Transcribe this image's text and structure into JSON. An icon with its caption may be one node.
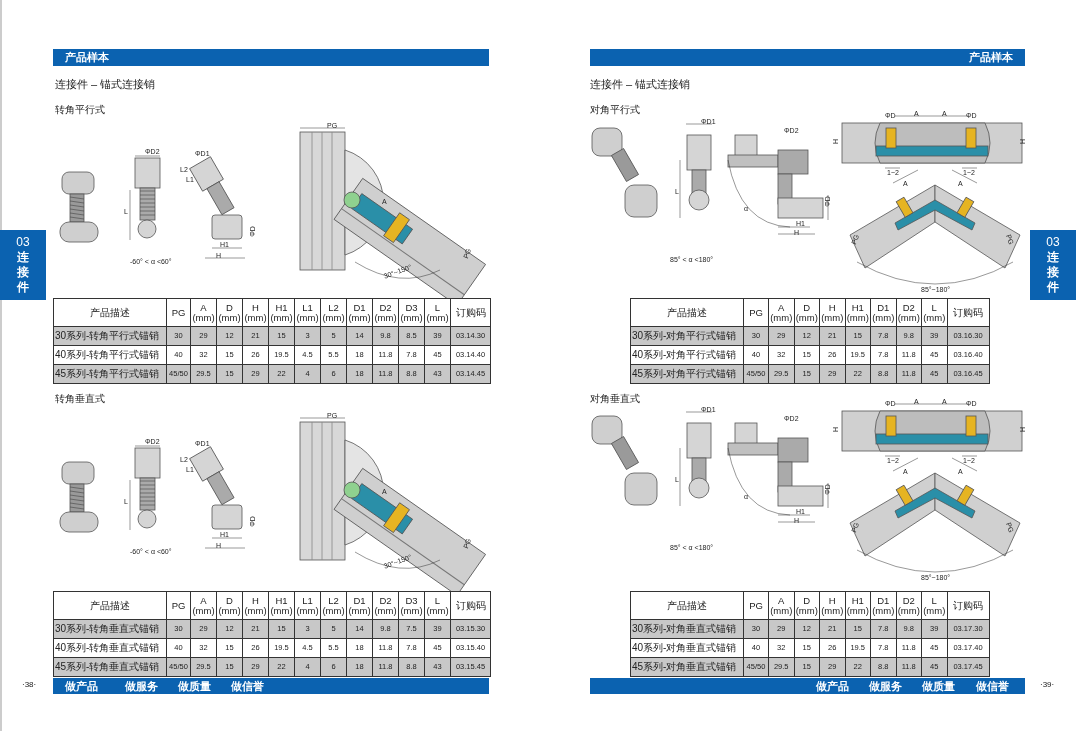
{
  "diagram": {
    "labels": [
      "产品样本",
      "连接件 – 锚式连接销",
      "转角平行式",
      "ΦD2",
      "ΦD1",
      "L1",
      "L2",
      "L",
      "ΦD",
      "H1",
      "H",
      "-60° < α <60°",
      "PG",
      "A",
      "30°~150°",
      "PG",
      "产品描述",
      "PG",
      "A (mm)",
      "D (mm)",
      "H (mm)",
      "H1 (mm)",
      "L1 (mm)",
      "L2 (mm)",
      "D1 (mm)",
      "D2 (mm)",
      "D3 (mm)",
      "L (mm)",
      "订购码",
      "30系列-转角平行式锚销",
      "30",
      "29",
      "12",
      "21",
      "15",
      "3",
      "5",
      "14",
      "9.8",
      "8.5",
      "39",
      "03.14.30",
      "40系列-转角平行式锚销",
      "40",
      "32",
      "15",
      "26",
      "19.5",
      "4.5",
      "5.5",
      "18",
      "11.8",
      "7.8",
      "45",
      "03.14.40",
      "45系列-转角平行式锚销",
      "45/50",
      "29.5",
      "15",
      "29",
      "22",
      "4",
      "6",
      "18",
      "11.8",
      "8.8",
      "43",
      "03.14.45",
      "转角垂直式",
      "ΦD2",
      "ΦD1",
      "L1",
      "L2",
      "L",
      "ΦD",
      "H1",
      "H",
      "-60° < α <60°",
      "PG",
      "A",
      "30°~150°",
      "PG",
      "产品描述",
      "PG",
      "A (mm)",
      "D (mm)",
      "H (mm)",
      "H1 (mm)",
      "L1 (mm)",
      "L2 (mm)",
      "D1 (mm)",
      "D2 (mm)",
      "D3 (mm)",
      "L (mm)",
      "订购码",
      "30系列-转角垂直式锚销",
      "30",
      "29",
      "12",
      "21",
      "15",
      "3",
      "5",
      "14",
      "9.8",
      "7.5",
      "39",
      "03.15.30",
      "40系列-转角垂直式锚销",
      "40",
      "32",
      "15",
      "26",
      "19.5",
      "4.5",
      "5.5",
      "18",
      "11.8",
      "7.8",
      "45",
      "03.15.40",
      "45系列-转角垂直式锚销",
      "45/50",
      "29.5",
      "15",
      "29",
      "22",
      "4",
      "6",
      "18",
      "11.8",
      "8.8",
      "43",
      "03.15.45",
      "·38·",
      "做产品",
      "做服务",
      "做质量",
      "做信誉",
      "03",
      "连接件",
      "产品样本",
      "连接件 – 锚式连接销",
      "对角平行式",
      "ΦD1",
      "ΦD2",
      "L",
      "α",
      "ΦD",
      "H1",
      "H",
      "85° < α <180°",
      "ΦD",
      "A",
      "A",
      "ΦD",
      "H",
      "H",
      "1~2",
      "1~2",
      "A",
      "A",
      "PG",
      "PG",
      "85°~180°",
      "产品描述",
      "PG",
      "A (mm)",
      "D (mm)",
      "H (mm)",
      "H1 (mm)",
      "D1 (mm)",
      "D2 (mm)",
      "L (mm)",
      "订购码",
      "30系列-对角平行式锚销",
      "30",
      "29",
      "12",
      "21",
      "15",
      "7.8",
      "9.8",
      "39",
      "03.16.30",
      "40系列-对角平行式锚销",
      "40",
      "32",
      "15",
      "26",
      "19.5",
      "7.8",
      "11.8",
      "45",
      "03.16.40",
      "45系列-对角平行式锚销",
      "45/50",
      "29.5",
      "15",
      "29",
      "22",
      "8.8",
      "11.8",
      "45",
      "03.16.45",
      "对角垂直式",
      "ΦD1",
      "ΦD2",
      "L",
      "α",
      "ΦD",
      "H1",
      "H",
      "85° < α <180°",
      "ΦD",
      "A",
      "A",
      "ΦD",
      "H",
      "H",
      "1~2",
      "1~2",
      "A",
      "A",
      "PG",
      "PG",
      "85°~180°",
      "产品描述",
      "PG",
      "A (mm)",
      "D (mm)",
      "H (mm)",
      "H1 (mm)",
      "D1 (mm)",
      "D2 (mm)",
      "L (mm)",
      "订购码",
      "30系列-对角垂直式锚销",
      "30",
      "29",
      "12",
      "21",
      "15",
      "7.8",
      "9.8",
      "39",
      "03.17.30",
      "40系列-对角垂直式锚销",
      "40",
      "32",
      "15",
      "26",
      "19.5",
      "7.8",
      "11.8",
      "45",
      "03.17.40",
      "45系列-对角垂直式锚销",
      "45/50",
      "29.5",
      "15",
      "29",
      "22",
      "8.8",
      "11.8",
      "45",
      "03.17.45",
      "做产品",
      "做服务",
      "做质量",
      "做信誉",
      "·39·",
      "03",
      "连接件"
    ]
  }
}
